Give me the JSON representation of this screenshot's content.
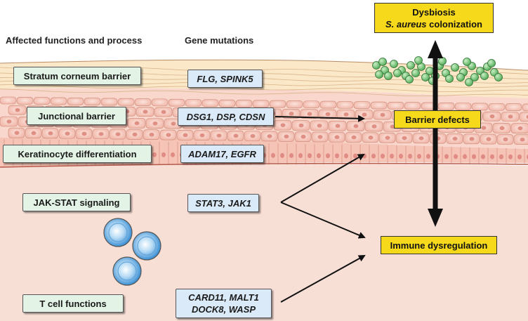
{
  "headers": {
    "functions": "Affected functions and process",
    "mutations": "Gene mutations"
  },
  "functions": [
    "Stratum corneum barrier",
    "Junctional barrier",
    "Keratinocyte differentiation",
    "JAK-STAT signaling",
    "T cell functions"
  ],
  "genes": [
    "FLG, SPINK5",
    "DSG1, DSP, CDSN",
    "ADAM17, EGFR",
    "STAT3, JAK1",
    "CARD11, MALT1",
    "DOCK8, WASP"
  ],
  "outcomes": {
    "dysbiosis_line1": "Dysbiosis",
    "dysbiosis_species": "S. aureus",
    "dysbiosis_rest": " colonization",
    "barrier": "Barrier defects",
    "immune": "Immune dysregulation"
  },
  "colors": {
    "function_box": "#e3f4e6",
    "gene_box": "#dbeaf8",
    "outcome_box": "#f7d91c",
    "bacteria": "#7fcf7c",
    "dermis": "#f8dfd6"
  }
}
